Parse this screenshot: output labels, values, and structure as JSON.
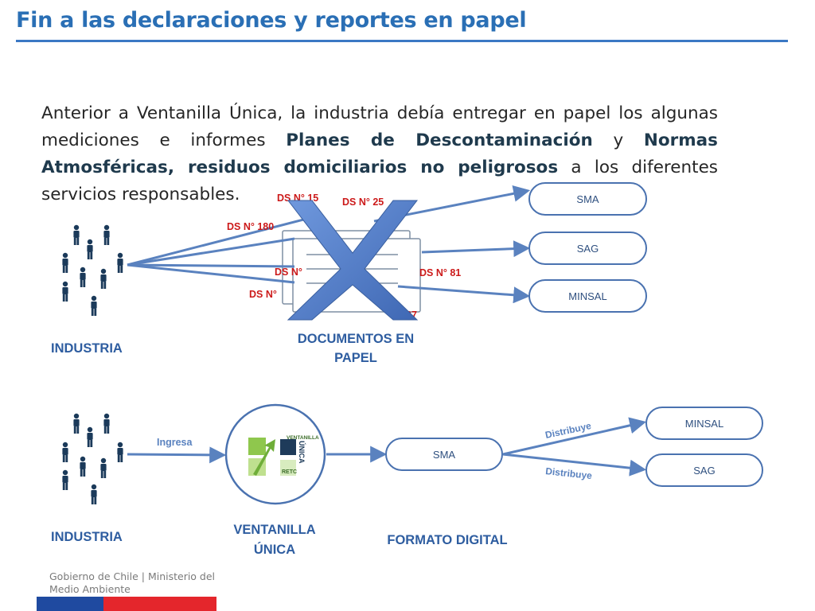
{
  "title": "Fin a las declaraciones y reportes en papel",
  "intro": {
    "part1": "Anterior a Ventanilla Única, la industria debía entregar en papel los algunas mediciones e informes ",
    "bold1": "Planes de Descontaminación",
    "part2": " y ",
    "bold2": "Normas Atmosféricas, residuos domiciliarios no peligrosos",
    "part3": " a los diferentes servicios responsables."
  },
  "top_section": {
    "industria_label": "INDUSTRIA",
    "documents_label_line1": "DOCUMENTOS EN",
    "documents_label_line2": "PAPEL",
    "ds_labels": [
      "DS N° 15",
      "DS N° 25",
      "DS N° 180",
      "DS N°",
      "DS N° 81",
      "DS N°",
      "37"
    ],
    "targets": [
      "SMA",
      "SAG",
      "MINSAL"
    ]
  },
  "bottom_section": {
    "industria_label": "INDUSTRIA",
    "ingresa_label": "Ingresa",
    "ventanilla_label_line1": "VENTANILLA",
    "ventanilla_label_line2": "ÚNICA",
    "logo_text": {
      "top": "VENTANILLA",
      "side": "ÚNICA",
      "bottom": "RETC"
    },
    "sma_label": "SMA",
    "formato_label": "FORMATO DIGITAL",
    "distribuye_top": "Distribuye",
    "distribuye_bottom": "Distribuye",
    "targets": [
      "MINSAL",
      "SAG"
    ]
  },
  "footer": {
    "line1": "Gobierno de Chile | Ministerio del",
    "line2": "Medio Ambiente"
  },
  "colors": {
    "title": "#2a6fb5",
    "node_border": "#4a72b0",
    "node_text": "#2e4f7f",
    "people": "#1b3a5a",
    "arrow": "#5a82bf",
    "red_text": "#cc1a1a",
    "cross": "#4d79c7",
    "flag_blue": "#1f4aa0",
    "flag_red": "#e4262c"
  }
}
